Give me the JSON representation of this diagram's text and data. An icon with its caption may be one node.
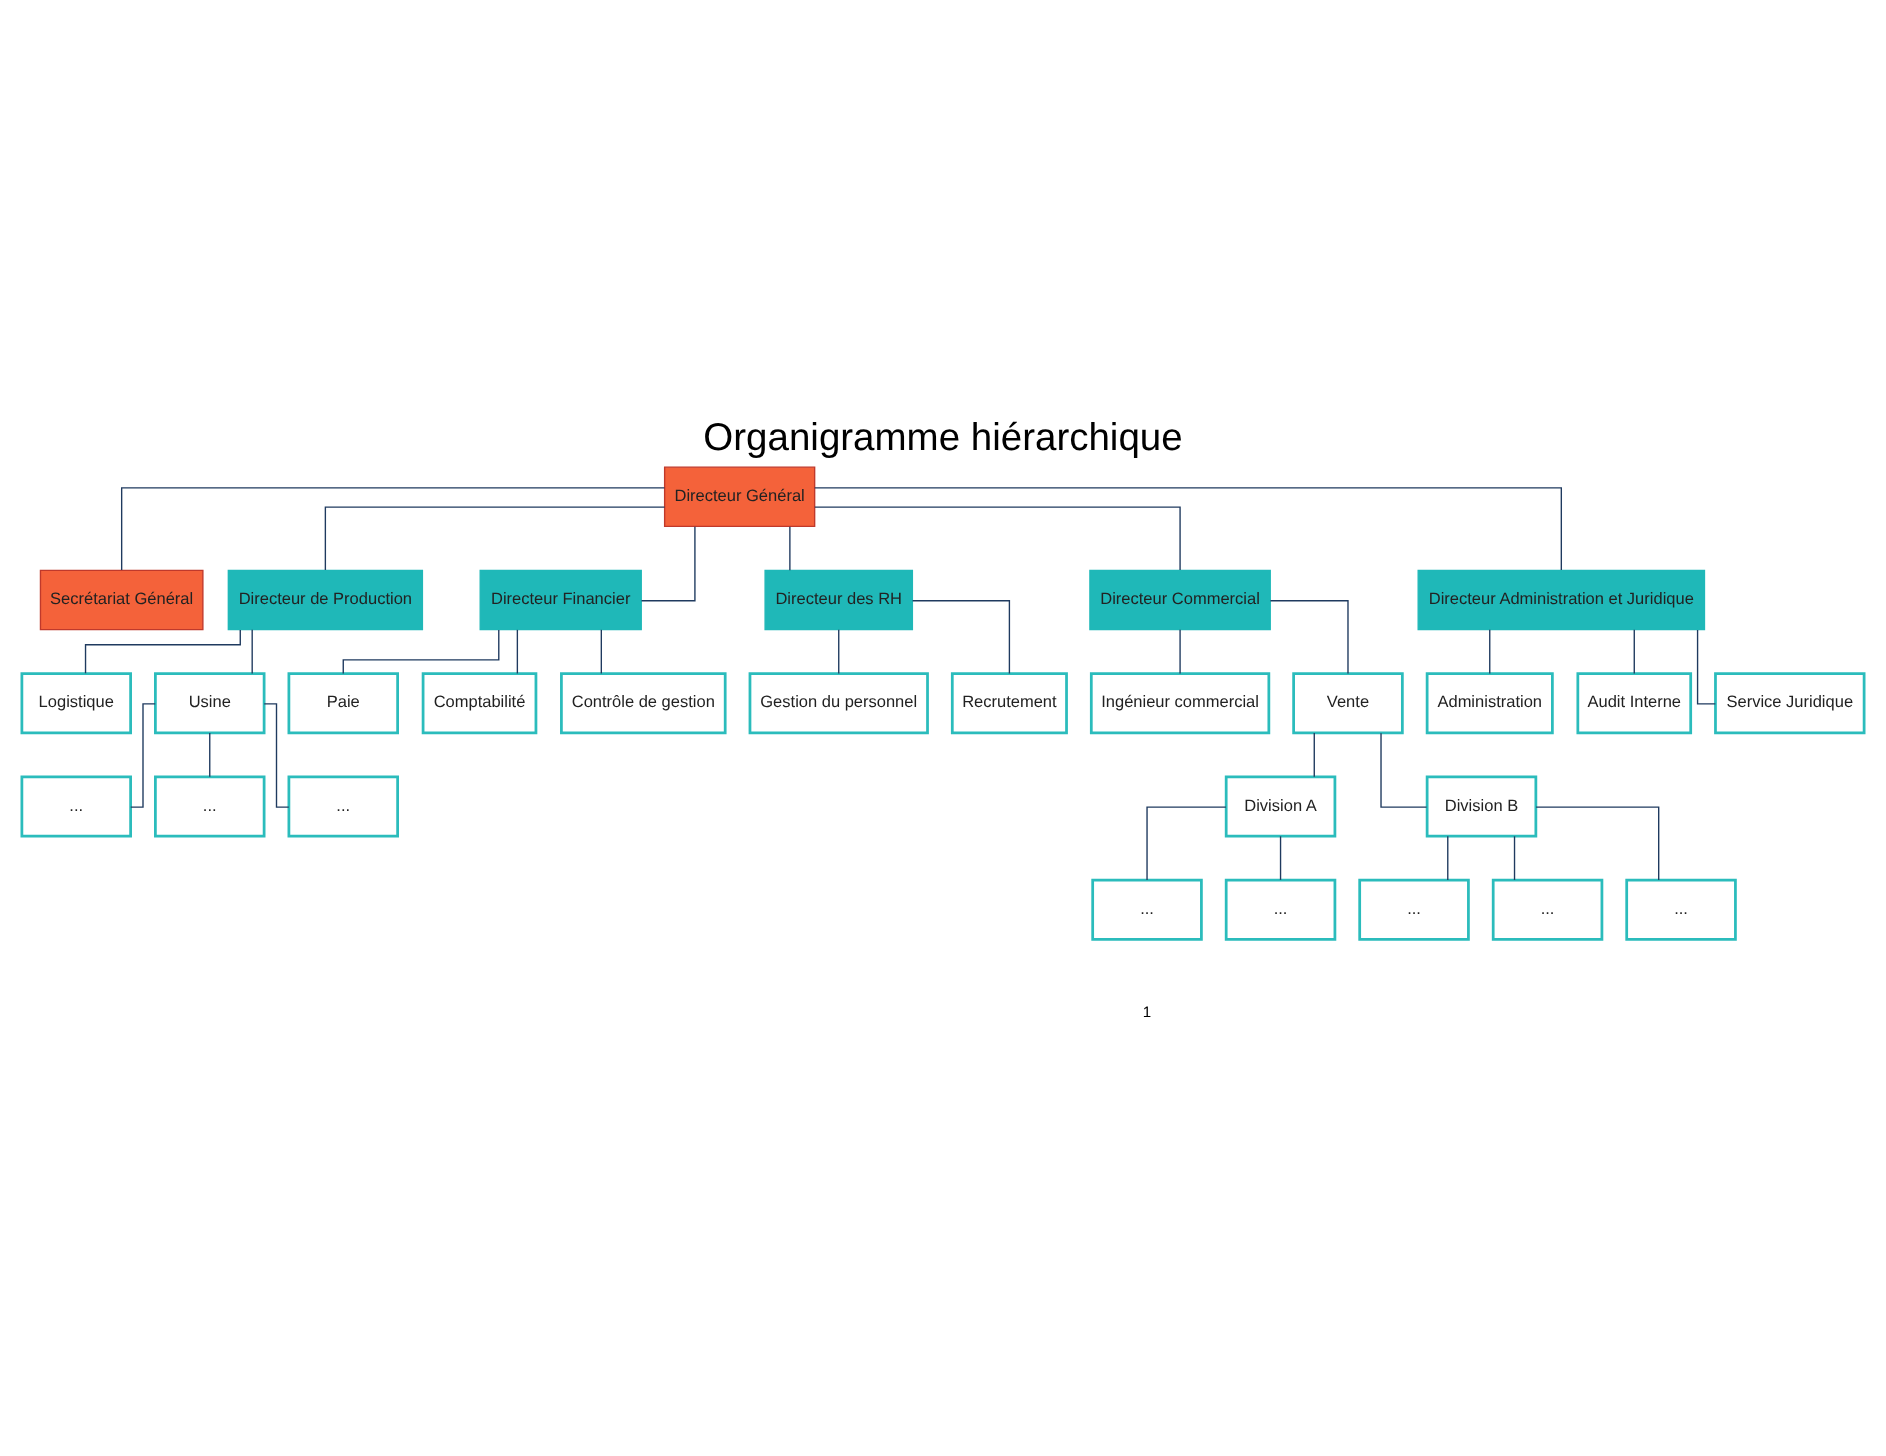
{
  "diagram": {
    "title": "Organigramme hiérarchique",
    "nodes": [
      {
        "text": [
          "Directeur Général"
        ]
      },
      {
        "text": [
          "Secrétariat Général"
        ]
      },
      {
        "text": [
          "Directeur de Production"
        ]
      },
      {
        "text": [
          "Directeur Financier"
        ]
      },
      {
        "text": [
          "Directeur des RH"
        ]
      },
      {
        "text": [
          "Directeur Commercial"
        ]
      },
      {
        "text": [
          "Directeur Administration et Juridique"
        ]
      },
      {
        "text": [
          "Logistique"
        ]
      },
      {
        "text": [
          "Usine"
        ]
      },
      {
        "text": [
          "..."
        ]
      },
      {
        "text": [
          "..."
        ]
      },
      {
        "text": [
          "..."
        ]
      },
      {
        "text": [
          "Paie"
        ]
      },
      {
        "text": [
          "Comptabilité"
        ]
      },
      {
        "text": [
          "Contrôle de gestion"
        ]
      },
      {
        "text": [
          "Gestion du personnel"
        ]
      },
      {
        "text": [
          "Recrutement"
        ]
      },
      {
        "text": [
          "Ingénieur commercial"
        ]
      },
      {
        "text": [
          "Vente"
        ]
      },
      {
        "text": [
          "Division A"
        ]
      },
      {
        "text": [
          "Division B"
        ]
      },
      {
        "text": [
          "..."
        ]
      },
      {
        "text": [
          "..."
        ]
      },
      {
        "text": [
          "..."
        ]
      },
      {
        "text": [
          "..."
        ]
      },
      {
        "text": [
          "..."
        ]
      },
      {
        "text": [
          "Administration"
        ]
      },
      {
        "text": [
          "Audit Interne"
        ]
      },
      {
        "text": [
          "Service Juridique"
        ]
      }
    ],
    "edges": [
      {
        "from": 0,
        "to": 1,
        "arrow": "none"
      },
      {
        "from": 0,
        "to": 2,
        "arrow": "none"
      },
      {
        "from": 0,
        "to": 3,
        "arrow": "none"
      },
      {
        "from": 0,
        "to": 4,
        "arrow": "none"
      },
      {
        "from": 0,
        "to": 5,
        "arrow": "none"
      },
      {
        "from": 0,
        "to": 6,
        "arrow": "none"
      },
      {
        "from": 2,
        "to": 7,
        "arrow": "none"
      },
      {
        "from": 2,
        "to": 8,
        "arrow": "none"
      },
      {
        "from": 8,
        "to": 9,
        "arrow": "none"
      },
      {
        "from": 8,
        "to": 10,
        "arrow": "none"
      },
      {
        "from": 8,
        "to": 11,
        "arrow": "none"
      },
      {
        "from": 3,
        "to": 12,
        "arrow": "none"
      },
      {
        "from": 3,
        "to": 13,
        "arrow": "none"
      },
      {
        "from": 3,
        "to": 14,
        "arrow": "none"
      },
      {
        "from": 4,
        "to": 15,
        "arrow": "none"
      },
      {
        "from": 4,
        "to": 16,
        "arrow": "none"
      },
      {
        "from": 5,
        "to": 17,
        "arrow": "none"
      },
      {
        "from": 5,
        "to": 18,
        "arrow": "none"
      },
      {
        "from": 18,
        "to": 19,
        "arrow": "none"
      },
      {
        "from": 18,
        "to": 20,
        "arrow": "none"
      },
      {
        "from": 19,
        "to": 21,
        "arrow": "none"
      },
      {
        "from": 19,
        "to": 22,
        "arrow": "none"
      },
      {
        "from": 20,
        "to": 23,
        "arrow": "none"
      },
      {
        "from": 20,
        "to": 24,
        "arrow": "none"
      },
      {
        "from": 20,
        "to": 25,
        "arrow": "none"
      },
      {
        "from": 6,
        "to": 26,
        "arrow": "none"
      },
      {
        "from": 6,
        "to": 27,
        "arrow": "none"
      },
      {
        "from": 6,
        "to": 28,
        "arrow": "none"
      }
    ],
    "labels": [
      "1"
    ]
  }
}
